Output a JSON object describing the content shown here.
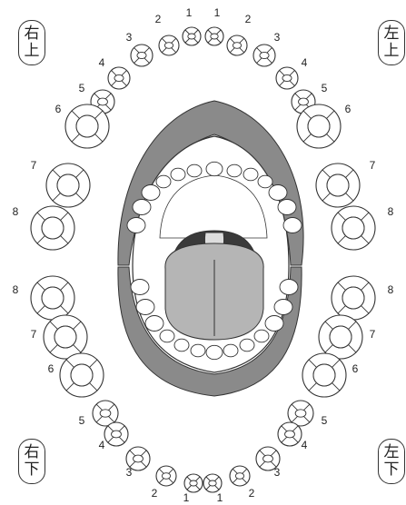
{
  "quadrants": {
    "upper_right": [
      "右",
      "上"
    ],
    "upper_left": [
      "左",
      "上"
    ],
    "lower_right": [
      "右",
      "下"
    ],
    "lower_left": [
      "左",
      "下"
    ]
  },
  "tooth_numbers": [
    "1",
    "2",
    "3",
    "4",
    "5",
    "6",
    "7",
    "8"
  ],
  "colors": {
    "line": "#333333",
    "lips": "#8a8a8a",
    "tongue": "#b5b5b5",
    "throat": "#3a3a3a",
    "uvula": "#dddddd"
  }
}
